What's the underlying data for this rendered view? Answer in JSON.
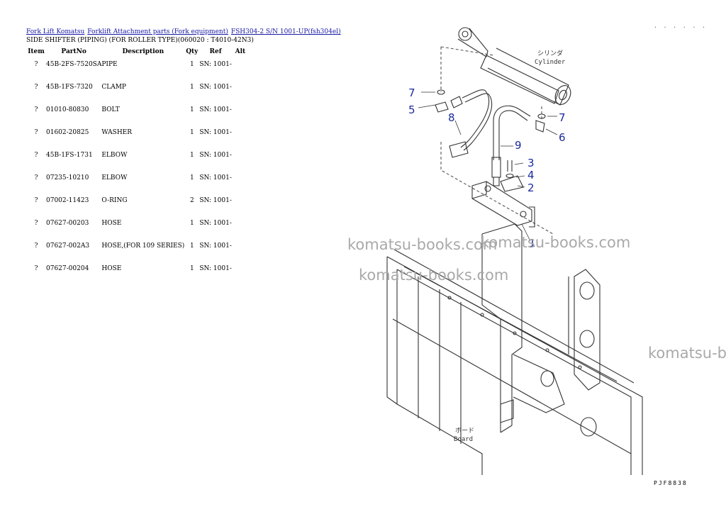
{
  "breadcrumb": [
    {
      "label": "Fork Lift Komatsu"
    },
    {
      "label": "Forklift Attachment parts (Fork equipment)"
    },
    {
      "label": "FSH304-2  S/N 1001-UP(fsh304el)"
    }
  ],
  "page_title": "SIDE SHIFTER (PIPING) (FOR ROLLER TYPE)(060020 : T4010-42N3)",
  "table": {
    "headers": [
      "Item",
      "PartNo",
      "Description",
      "Qty",
      "Ref",
      "Alt"
    ],
    "rows": [
      {
        "item": "?",
        "part": "45B-2FS-7520SA",
        "desc": "PIPE",
        "qty": "1",
        "ref": "SN: 1001-",
        "alt": ""
      },
      {
        "item": "?",
        "part": "45B-1FS-7320",
        "desc": "CLAMP",
        "qty": "1",
        "ref": "SN: 1001-",
        "alt": ""
      },
      {
        "item": "?",
        "part": "01010-80830",
        "desc": "BOLT",
        "qty": "1",
        "ref": "SN: 1001-",
        "alt": ""
      },
      {
        "item": "?",
        "part": "01602-20825",
        "desc": "WASHER",
        "qty": "1",
        "ref": "SN: 1001-",
        "alt": ""
      },
      {
        "item": "?",
        "part": "45B-1FS-1731",
        "desc": "ELBOW",
        "qty": "1",
        "ref": "SN: 1001-",
        "alt": ""
      },
      {
        "item": "?",
        "part": "07235-10210",
        "desc": "ELBOW",
        "qty": "1",
        "ref": "SN: 1001-",
        "alt": ""
      },
      {
        "item": "?",
        "part": "07002-11423",
        "desc": "O-RING",
        "qty": "2",
        "ref": "SN: 1001-",
        "alt": ""
      },
      {
        "item": "?",
        "part": "07627-00203",
        "desc": "HOSE",
        "qty": "1",
        "ref": "SN: 1001-",
        "alt": ""
      },
      {
        "item": "?",
        "part": "07627-002A3",
        "desc": "HOSE,(FOR 109 SERIES)",
        "qty": "1",
        "ref": "SN: 1001-",
        "alt": ""
      },
      {
        "item": "?",
        "part": "07627-00204",
        "desc": "HOSE",
        "qty": "1",
        "ref": "SN: 1001-",
        "alt": ""
      }
    ]
  },
  "diagram": {
    "callouts": [
      "7",
      "5",
      "8",
      "9",
      "3",
      "4",
      "2",
      "1",
      "7",
      "6"
    ],
    "cylinder_jp": "シリンダ",
    "cylinder_en": "Cylinder",
    "board_jp": "ボード",
    "board_en": "Board",
    "drawing_code": "PJF8838",
    "corner_mark": ". . . . . ."
  },
  "watermarks": [
    "komatsu-books.com",
    "komatsu-books.com",
    "komatsu-books.com",
    "komatsu-b"
  ]
}
